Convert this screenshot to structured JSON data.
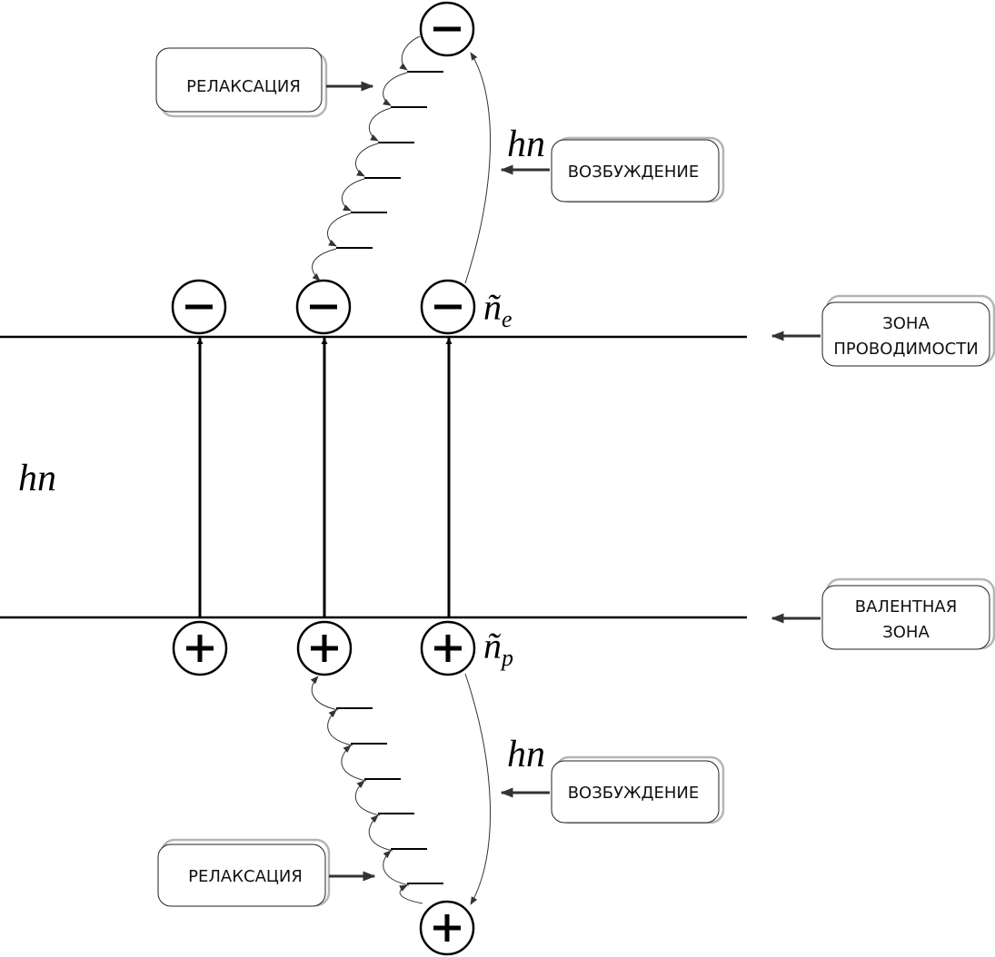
{
  "labels": {
    "relaxation_top": "РЕЛАКСАЦИЯ",
    "excitation_top": "ВОЗБУЖДЕНИЕ",
    "conduction_band": [
      "ЗОНА",
      "ПРОВОДИМОСТИ"
    ],
    "valence_band": [
      "ВАЛЕНТНАЯ",
      "ЗОНА"
    ],
    "excitation_bottom": "ВОЗБУЖДЕНИЕ",
    "relaxation_bottom": "РЕЛАКСАЦИЯ"
  },
  "symbols": {
    "hn_top": "hn",
    "hn_gap": "hn",
    "hn_bottom": "hn",
    "n_electron": "ñ",
    "n_electron_sub": "e",
    "n_hole": "ñ",
    "n_hole_sub": "p"
  },
  "charges": {
    "electron": "−",
    "hole": "+"
  }
}
